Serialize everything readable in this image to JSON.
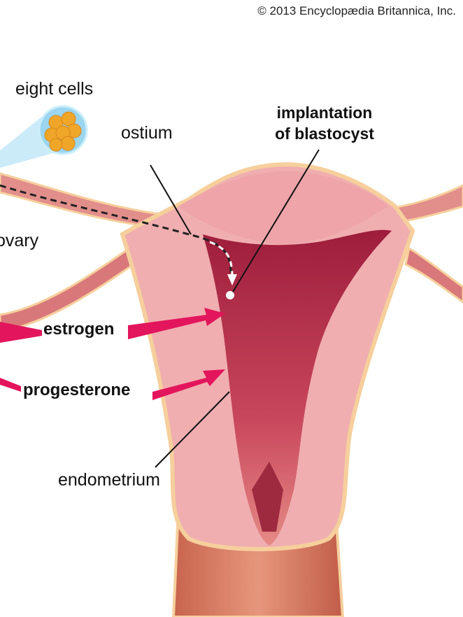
{
  "copyright": "© 2013 Encyclopædia Britannica, Inc.",
  "labels": {
    "eight_cells": "eight cells",
    "ostium": "ostium",
    "implantation_line1": "implantation",
    "implantation_line2": "of blastocyst",
    "ovary": "ovary",
    "estrogen": "estrogen",
    "progesterone": "progesterone",
    "endometrium": "endometrium"
  },
  "colors": {
    "hormone_arrow": "#e3155c",
    "tissue": "#f1aeb0",
    "cavity": "#b8354f",
    "outline": "#f6cf9c"
  }
}
